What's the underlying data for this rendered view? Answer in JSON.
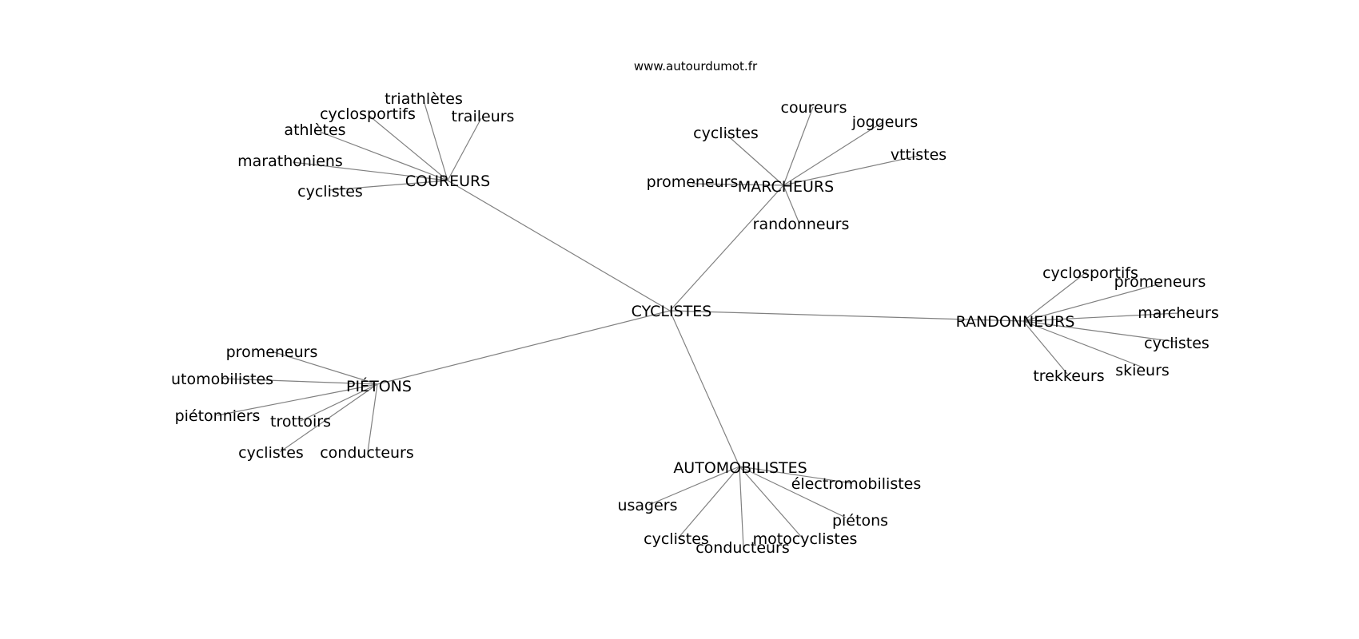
{
  "source_label": "www.autourdumot.fr",
  "graph": {
    "center": "CYCLISTES",
    "hubs": [
      {
        "label": "COUREURS",
        "leaves": [
          "triathlètes",
          "cyclosportifs",
          "traileurs",
          "athlètes",
          "marathoniens",
          "cyclistes"
        ]
      },
      {
        "label": "MARCHEURS",
        "leaves": [
          "coureurs",
          "joggeurs",
          "cyclistes",
          "vttistes",
          "promeneurs",
          "randonneurs"
        ]
      },
      {
        "label": "RANDONNEURS",
        "leaves": [
          "cyclosportifs",
          "promeneurs",
          "marcheurs",
          "cyclistes",
          "skieurs",
          "trekkeurs"
        ]
      },
      {
        "label": "PIÉTONS",
        "leaves": [
          "promeneurs",
          "utomobilistes",
          "piétonniers",
          "trottoirs",
          "cyclistes",
          "conducteurs"
        ]
      },
      {
        "label": "AUTOMOBILISTES",
        "leaves": [
          "électromobilistes",
          "usagers",
          "piétons",
          "cyclistes",
          "motocyclistes",
          "conducteurs"
        ]
      }
    ]
  }
}
